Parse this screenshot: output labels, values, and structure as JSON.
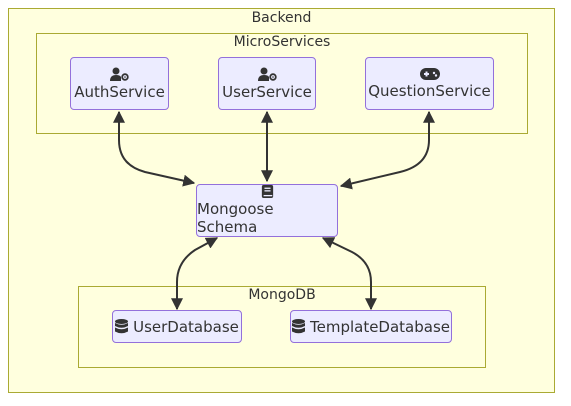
{
  "backend": {
    "label": "Backend"
  },
  "microservices": {
    "label": "MicroServices"
  },
  "mongodb": {
    "label": "MongoDB"
  },
  "nodes": {
    "auth": {
      "label": "AuthService",
      "icon": "user-cog-icon"
    },
    "user": {
      "label": "UserService",
      "icon": "user-cog-icon"
    },
    "question": {
      "label": "QuestionService",
      "icon": "gamepad-icon"
    },
    "schema": {
      "label": "Mongoose Schema",
      "icon": "book-icon"
    },
    "userdb": {
      "label": "UserDatabase",
      "icon": "database-icon"
    },
    "templatedb": {
      "label": "TemplateDatabase",
      "icon": "database-icon"
    }
  },
  "colors": {
    "cluster_fill": "#ffffde",
    "cluster_border": "#aaaa33",
    "node_fill": "#ececff",
    "node_border": "#9370db",
    "edge": "#333333"
  }
}
